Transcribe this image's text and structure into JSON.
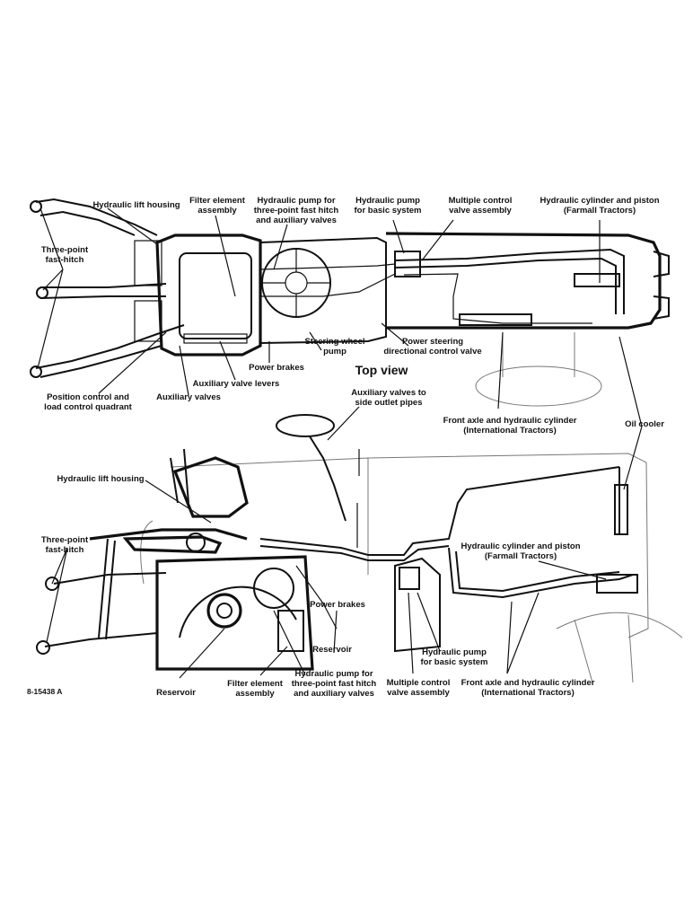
{
  "diagram": {
    "view_title": "Top view",
    "figure_code": "8-15438 A",
    "top_labels": {
      "hydraulic_lift_housing": [
        "Hydraulic lift housing"
      ],
      "filter_element_assembly": [
        "Filter element",
        "assembly"
      ],
      "hydraulic_pump_fast_hitch": [
        "Hydraulic pump for",
        "three-point fast hitch",
        "and auxiliary valves"
      ],
      "hydraulic_pump_basic": [
        "Hydraulic pump",
        "for basic system"
      ],
      "multiple_control_valve": [
        "Multiple control",
        "valve assembly"
      ],
      "cylinder_piston_farmall": [
        "Hydraulic cylinder and piston",
        "(Farmall Tractors)"
      ],
      "three_point_fast_hitch": [
        "Three-point",
        "fast-hitch"
      ],
      "steering_wheel_pump": [
        "Steering wheel",
        "pump"
      ],
      "power_steering_valve": [
        "Power steering",
        "directional control valve"
      ],
      "power_brakes": [
        "Power brakes"
      ],
      "auxiliary_valve_levers": [
        "Auxiliary valve levers"
      ],
      "position_control_quadrant": [
        "Position control and",
        "load control quadrant"
      ],
      "auxiliary_valves": [
        "Auxiliary valves"
      ],
      "auxiliary_valves_side_outlet": [
        "Auxiliary valves to",
        "side outlet pipes"
      ],
      "front_axle_international": [
        "Front axle and hydraulic cylinder",
        "(International Tractors)"
      ],
      "oil_cooler": [
        "Oil cooler"
      ]
    },
    "side_labels": {
      "hydraulic_lift_housing": [
        "Hydraulic lift housing"
      ],
      "three_point_fast_hitch": [
        "Three-point",
        "fast-hitch"
      ],
      "cylinder_piston_farmall": [
        "Hydraulic cylinder and piston",
        "(Farmall Tractors)"
      ],
      "power_brakes": [
        "Power brakes"
      ],
      "reservoir_right": [
        "Reservoir"
      ],
      "hydraulic_pump_basic": [
        "Hydraulic pump",
        "for basic system"
      ],
      "reservoir_left": [
        "Reservoir"
      ],
      "filter_element_assembly": [
        "Filter element",
        "assembly"
      ],
      "hydraulic_pump_fast_hitch": [
        "Hydraulic pump for",
        "three-point fast hitch",
        "and auxiliary valves"
      ],
      "multiple_control_valve": [
        "Multiple control",
        "valve assembly"
      ],
      "front_axle_international": [
        "Front axle and hydraulic cylinder",
        "(International Tractors)"
      ]
    }
  }
}
